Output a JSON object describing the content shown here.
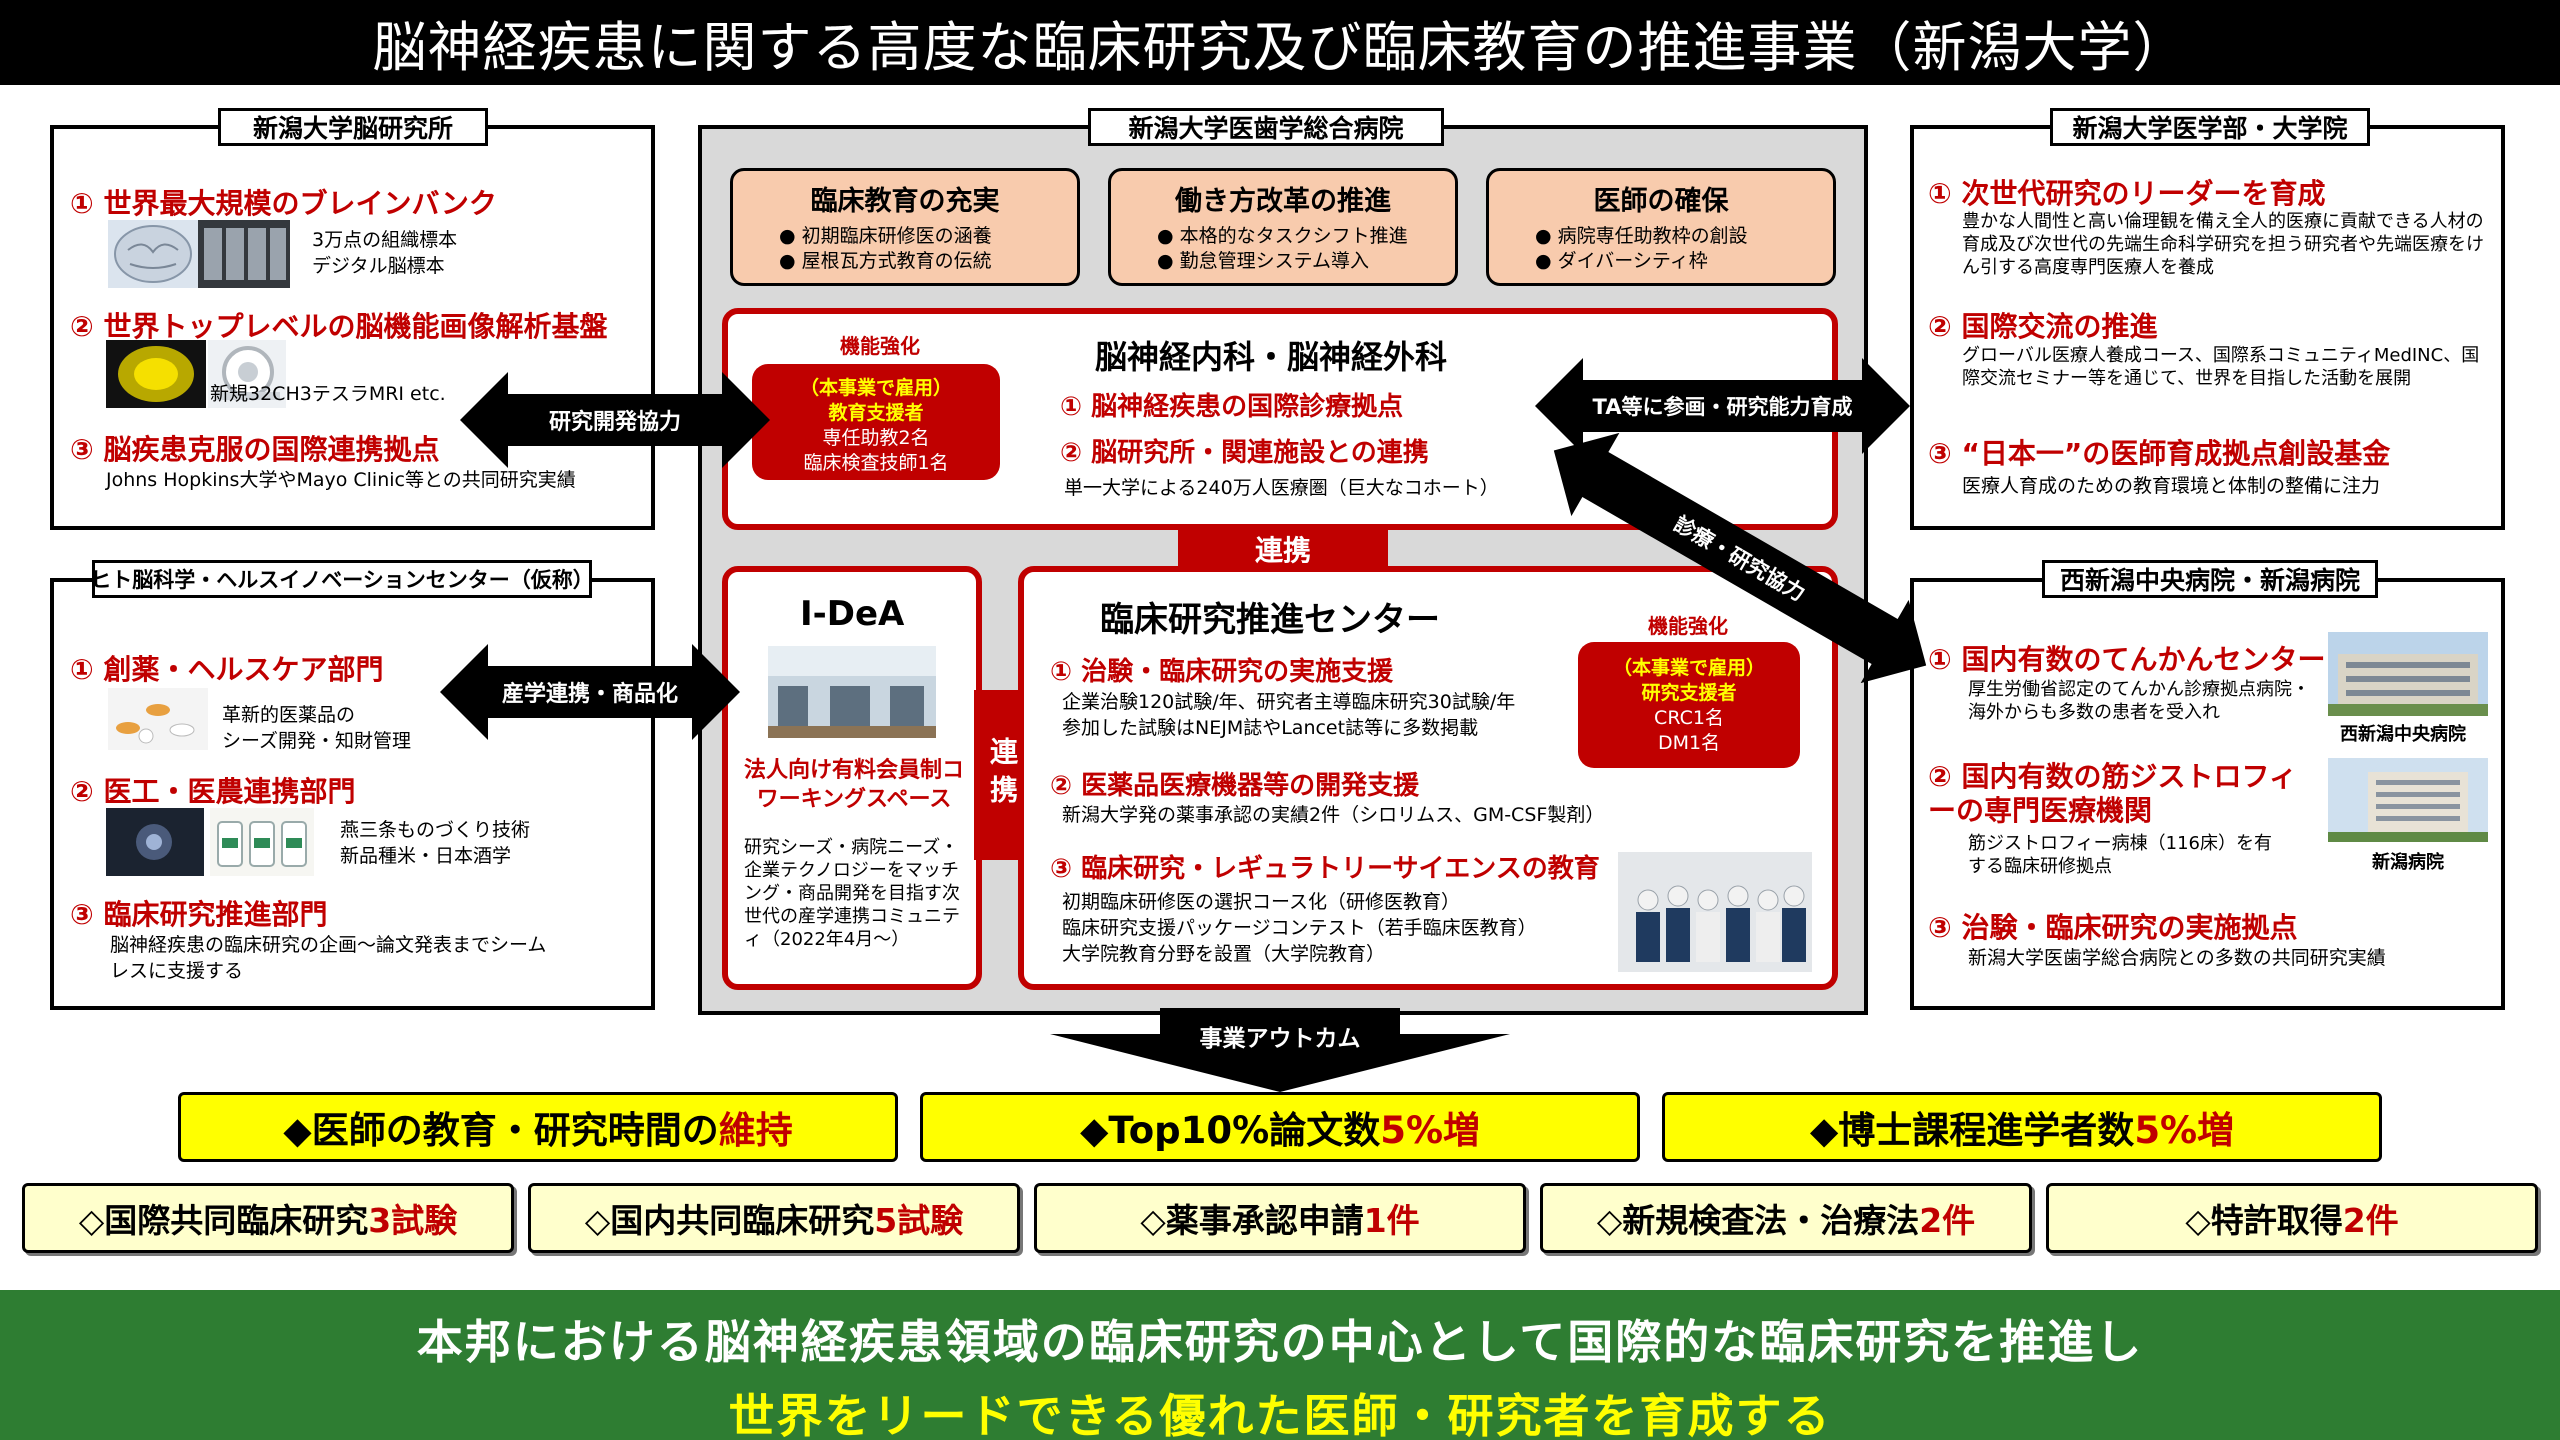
{
  "title": "脳神経疾患に関する高度な臨床研究及び臨床教育の推進事業（新潟大学）",
  "brain_institute": {
    "title": "新潟大学脳研究所",
    "i1_head": "① 世界最大規模のブレインバンク",
    "i1_l1": "3万点の組織標本",
    "i1_l2": "デジタル脳標本",
    "i2_head": "② 世界トップレベルの脳機能画像解析基盤",
    "i2_l1": "新規32CH3テスラMRI etc.",
    "i3_head": "③ 脳疾患克服の国際連携拠点",
    "i3_l1": "Johns Hopkins大学やMayo Clinic等との共同研究実績"
  },
  "health_center": {
    "title": "ヒト脳科学・ヘルスイノベーションセンター（仮称）",
    "i1_head": "① 創薬・ヘルスケア部門",
    "i1_l1": "革新的医薬品の",
    "i1_l2": "シーズ開発・知財管理",
    "i2_head": "② 医工・医農連携部門",
    "i2_l1": "燕三条ものづくり技術",
    "i2_l2": "新品種米・日本酒学",
    "i3_head": "③ 臨床研究推進部門",
    "i3_l1": "脳神経疾患の臨床研究の企画～論文発表までシーム",
    "i3_l2": "レスに支援する"
  },
  "hospital": {
    "title": "新潟大学医歯学総合病院",
    "o1_title": "臨床教育の充実",
    "o1_l1": "初期臨床研修医の涵養",
    "o1_l2": "屋根瓦方式教育の伝統",
    "o2_title": "働き方改革の推進",
    "o2_l1": "本格的なタスクシフト推進",
    "o2_l2": "勤怠管理システム導入",
    "o3_title": "医師の確保",
    "o3_l1": "病院専任助教枠の創設",
    "o3_l2": "ダイバーシティ枠",
    "dept_title": "脳神経内科・脳神経外科",
    "kino": "機能強化",
    "pill1_head": "（本事業で雇用）",
    "pill1_sub": "教育支援者",
    "pill1_l1": "専任助教2名",
    "pill1_l2": "臨床検査技師1名",
    "dept_i1": "① 脳神経疾患の国際診療拠点",
    "dept_i2": "② 脳研究所・関連施設との連携",
    "dept_note": "単一大学による240万人医療圏（巨大なコホート）",
    "renkei": "連携",
    "renkei_v": "連携",
    "idea_title": "I-DeA",
    "idea_red": "法人向け有料会員制コワーキングスペース",
    "idea_desc": "研究シーズ・病院ニーズ・企業テクノロジーをマッチング・商品開発を目指す次世代の産学連携コミュニティ（2022年4月～）",
    "center_title": "臨床研究推進センター",
    "kino2": "機能強化",
    "pill2_head": "（本事業で雇用）",
    "pill2_sub": "研究支援者",
    "pill2_l1": "CRC1名",
    "pill2_l2": "DM1名",
    "c1_head": "① 治験・臨床研究の実施支援",
    "c1_l1": "企業治験120試験/年、研究者主導臨床研究30試験/年",
    "c1_l2": "参加した試験はNEJM誌やLancet誌等に多数掲載",
    "c2_head": "② 医薬品医療機器等の開発支援",
    "c2_l1": "新潟大学発の薬事承認の実績2件（シロリムス、GM-CSF製剤）",
    "c3_head": "③ 臨床研究・レギュラトリーサイエンスの教育",
    "c3_l1": "初期臨床研修医の選択コース化（研修医教育）",
    "c3_l2": "臨床研究支援パッケージコンテスト（若手臨床医教育）",
    "c3_l3": "大学院教育分野を設置（大学院教育）"
  },
  "med_faculty": {
    "title": "新潟大学医学部・大学院",
    "i1_head": "① 次世代研究のリーダーを育成",
    "i1_desc": "豊かな人間性と高い倫理観を備え全人的医療に貢献できる人材の育成及び次世代の先端生命科学研究を担う研究者や先端医療をけん引する高度専門医療人を養成",
    "i2_head": "② 国際交流の推進",
    "i2_desc": "グローバル医療人養成コース、国際系コミュニティMedINC、国際交流セミナー等を通じて、世界を目指した活動を展開",
    "i3_head": "③ “日本一”の医師育成拠点創設基金",
    "i3_desc": "医療人育成のための教育環境と体制の整備に注力"
  },
  "nishi": {
    "title": "西新潟中央病院・新潟病院",
    "i1_head": "① 国内有数のてんかんセンター",
    "i1_desc": "厚生労働省認定のてんかん診療拠点病院・海外からも多数の患者を受入れ",
    "photo1": "西新潟中央病院",
    "i2_head": "② 国内有数の筋ジストロフィーの専門医療機関",
    "i2_desc": "筋ジストロフィー病棟（116床）を有する臨床研修拠点",
    "photo2": "新潟病院",
    "i3_head": "③ 治験・臨床研究の実施拠点",
    "i3_l1": "新潟大学医歯学総合病院との多数の共同研究実績"
  },
  "arrows": {
    "a1": "研究開発協力",
    "a2": "TA等に参画・研究能力育成",
    "a3": "診療・研究協力",
    "a4": "産学連携・商品化",
    "down": "事業アウトカム"
  },
  "outcomes_main": [
    {
      "pre": "◆医師の教育・研究時間の",
      "hl": "維持"
    },
    {
      "pre": "◆Top10%論文数",
      "hl": "5%増"
    },
    {
      "pre": "◆博士課程進学者数",
      "hl": "5%増"
    }
  ],
  "outcomes_sub": [
    {
      "pre": "◇国際共同臨床研究",
      "hl": "3試験"
    },
    {
      "pre": "◇国内共同臨床研究",
      "hl": "5試験"
    },
    {
      "pre": "◇薬事承認申請",
      "hl": "1件"
    },
    {
      "pre": "◇新規検査法・治療法",
      "hl": "2件"
    },
    {
      "pre": "◇特許取得",
      "hl": "2件"
    }
  ],
  "footer": {
    "line1": "本邦における脳神経疾患領域の臨床研究の中心として国際的な臨床研究を推進し",
    "line2": "世界をリードできる優れた医師・研究者を育成する"
  },
  "colors": {
    "accent_red": "#c00000",
    "yellow": "#ffff00",
    "pale_yellow": "#ffffcc",
    "orange": "#f8cbad",
    "footer_green": "#2e7d32"
  }
}
